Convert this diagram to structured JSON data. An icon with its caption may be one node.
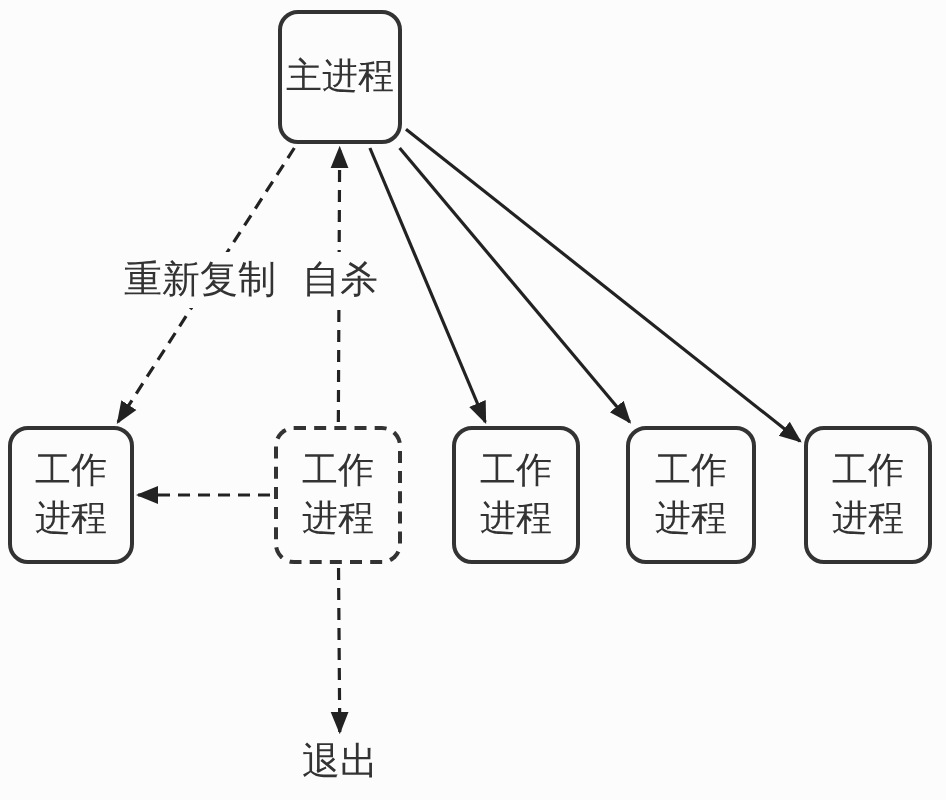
{
  "diagram": {
    "nodes": [
      {
        "text": [
          "主进程"
        ]
      },
      {
        "text": [
          "工作进程"
        ]
      },
      {
        "text": [
          "工作进程"
        ]
      },
      {
        "text": [
          "工作进程"
        ]
      },
      {
        "text": [
          "工作进程"
        ]
      },
      {
        "text": [
          "工作进程"
        ]
      },
      {
        "text": [
          "退出"
        ]
      }
    ],
    "edges": [
      {
        "from": 0,
        "to": 1,
        "arrow": "to",
        "style": "dashed",
        "label": "重新复制"
      },
      {
        "from": 2,
        "to": 0,
        "arrow": "to",
        "style": "dashed",
        "label": "自杀"
      },
      {
        "from": 2,
        "to": 1,
        "arrow": "to",
        "style": "dashed"
      },
      {
        "from": 2,
        "to": 6,
        "arrow": "to",
        "style": "dashed"
      },
      {
        "from": 0,
        "to": 3,
        "arrow": "to"
      },
      {
        "from": 0,
        "to": 4,
        "arrow": "to"
      },
      {
        "from": 0,
        "to": 5,
        "arrow": "to"
      }
    ]
  }
}
